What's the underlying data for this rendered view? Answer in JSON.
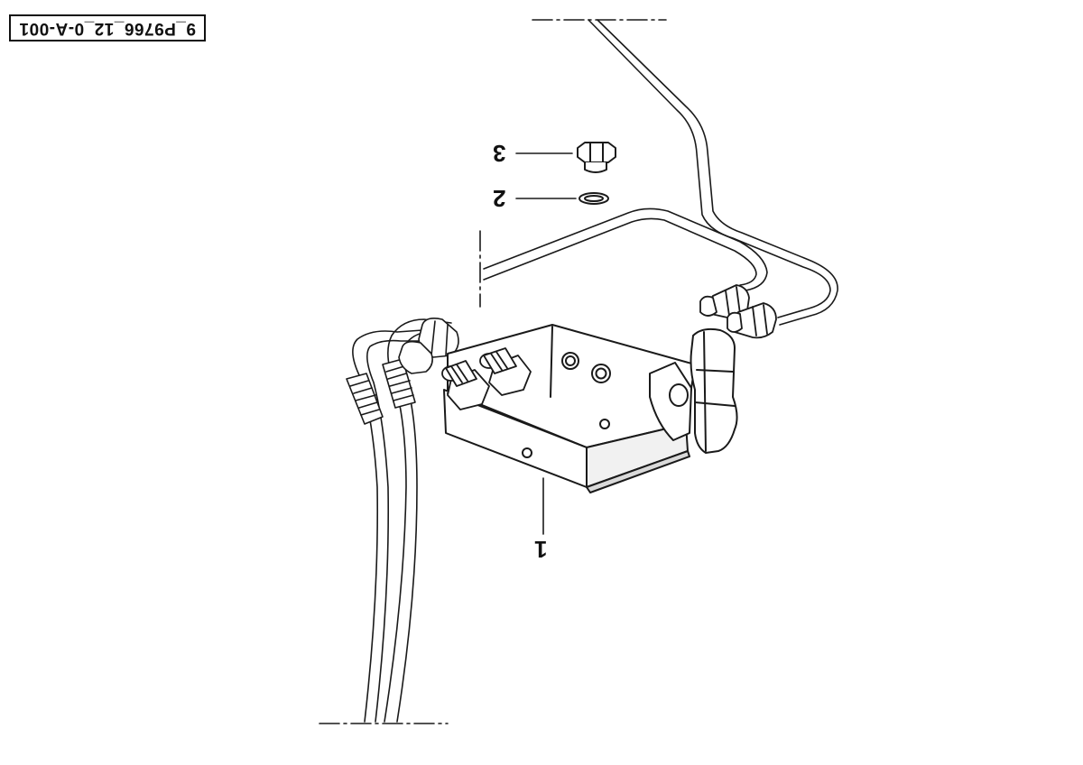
{
  "drawing": {
    "id": "9_P9766_12_0-A-001"
  },
  "callouts": [
    {
      "key": "item-1",
      "label": "1"
    },
    {
      "key": "item-2",
      "label": "2"
    },
    {
      "key": "item-3",
      "label": "3"
    }
  ],
  "colors": {
    "line": "#1a1a1a",
    "fill": "#ffffff",
    "shade": "#d9d9d9"
  }
}
